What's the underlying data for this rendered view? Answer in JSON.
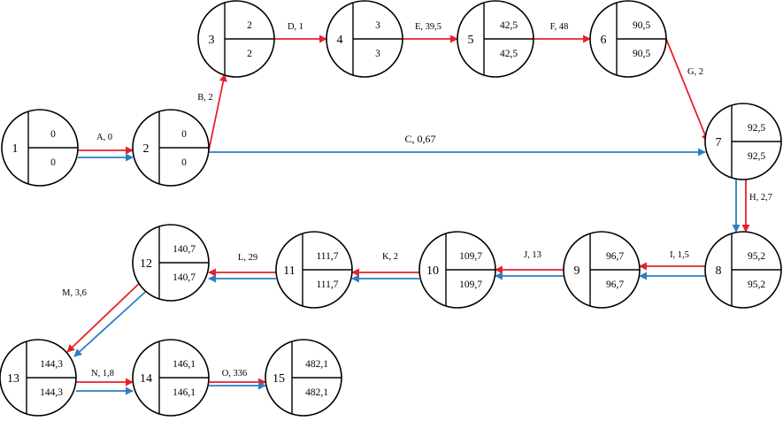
{
  "colors": {
    "critical": "#e8202a",
    "plan": "#2b7ec1"
  },
  "nodes": [
    {
      "id": "1",
      "early": "0",
      "late": "0"
    },
    {
      "id": "2",
      "early": "0",
      "late": "0"
    },
    {
      "id": "3",
      "early": "2",
      "late": "2"
    },
    {
      "id": "4",
      "early": "3",
      "late": "3"
    },
    {
      "id": "5",
      "early": "42,5",
      "late": "42,5"
    },
    {
      "id": "6",
      "early": "90,5",
      "late": "90,5"
    },
    {
      "id": "7",
      "early": "92,5",
      "late": "92,5"
    },
    {
      "id": "8",
      "early": "95,2",
      "late": "95,2"
    },
    {
      "id": "9",
      "early": "96,7",
      "late": "96,7"
    },
    {
      "id": "10",
      "early": "109,7",
      "late": "109,7"
    },
    {
      "id": "11",
      "early": "111,7",
      "late": "111,7"
    },
    {
      "id": "12",
      "early": "140,7",
      "late": "140,7"
    },
    {
      "id": "13",
      "early": "144,3",
      "late": "144,3"
    },
    {
      "id": "14",
      "early": "146,1",
      "late": "146,1"
    },
    {
      "id": "15",
      "early": "482,1",
      "late": "482,1"
    }
  ],
  "edges": [
    {
      "label": "A, 0",
      "from": "1",
      "to": "2",
      "lines": [
        "critical",
        "plan"
      ]
    },
    {
      "label": "B, 2",
      "from": "2",
      "to": "3",
      "lines": [
        "critical"
      ]
    },
    {
      "label": "C, 0,67",
      "from": "2",
      "to": "7",
      "lines": [
        "plan"
      ]
    },
    {
      "label": "D, 1",
      "from": "3",
      "to": "4",
      "lines": [
        "critical"
      ]
    },
    {
      "label": "E, 39,5",
      "from": "4",
      "to": "5",
      "lines": [
        "critical"
      ]
    },
    {
      "label": "F, 48",
      "from": "5",
      "to": "6",
      "lines": [
        "critical"
      ]
    },
    {
      "label": "G, 2",
      "from": "6",
      "to": "7",
      "lines": [
        "critical"
      ]
    },
    {
      "label": "H, 2,7",
      "from": "7",
      "to": "8",
      "lines": [
        "critical",
        "plan"
      ]
    },
    {
      "label": "I,  1,5",
      "from": "8",
      "to": "9",
      "lines": [
        "critical",
        "plan"
      ]
    },
    {
      "label": "J, 13",
      "from": "9",
      "to": "10",
      "lines": [
        "critical",
        "plan"
      ]
    },
    {
      "label": "K, 2",
      "from": "10",
      "to": "11",
      "lines": [
        "critical",
        "plan"
      ]
    },
    {
      "label": "L, 29",
      "from": "11",
      "to": "12",
      "lines": [
        "critical",
        "plan"
      ]
    },
    {
      "label": "M, 3,6",
      "from": "12",
      "to": "13",
      "lines": [
        "critical",
        "plan"
      ]
    },
    {
      "label": "N, 1,8",
      "from": "13",
      "to": "14",
      "lines": [
        "critical",
        "plan"
      ]
    },
    {
      "label": "O, 336",
      "from": "14",
      "to": "15",
      "lines": [
        "critical",
        "plan"
      ]
    }
  ]
}
